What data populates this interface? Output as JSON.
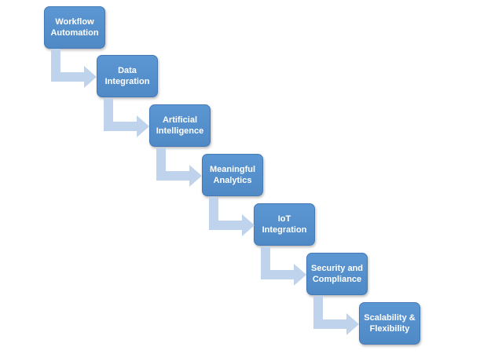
{
  "steps": [
    {
      "label": "Workflow\nAutomation"
    },
    {
      "label": "Data\nIntegration"
    },
    {
      "label": "Artificial\nIntelligence"
    },
    {
      "label": "Meaningful\nAnalytics"
    },
    {
      "label": "IoT\nIntegration"
    },
    {
      "label": "Security and\nCompliance"
    },
    {
      "label": "Scalability &\nFlexibility"
    }
  ],
  "colors": {
    "box_fill": "#4f89c6",
    "box_border": "#4279b6",
    "box_text": "#ffffff",
    "arrow_fill": "#bfd3ec"
  }
}
